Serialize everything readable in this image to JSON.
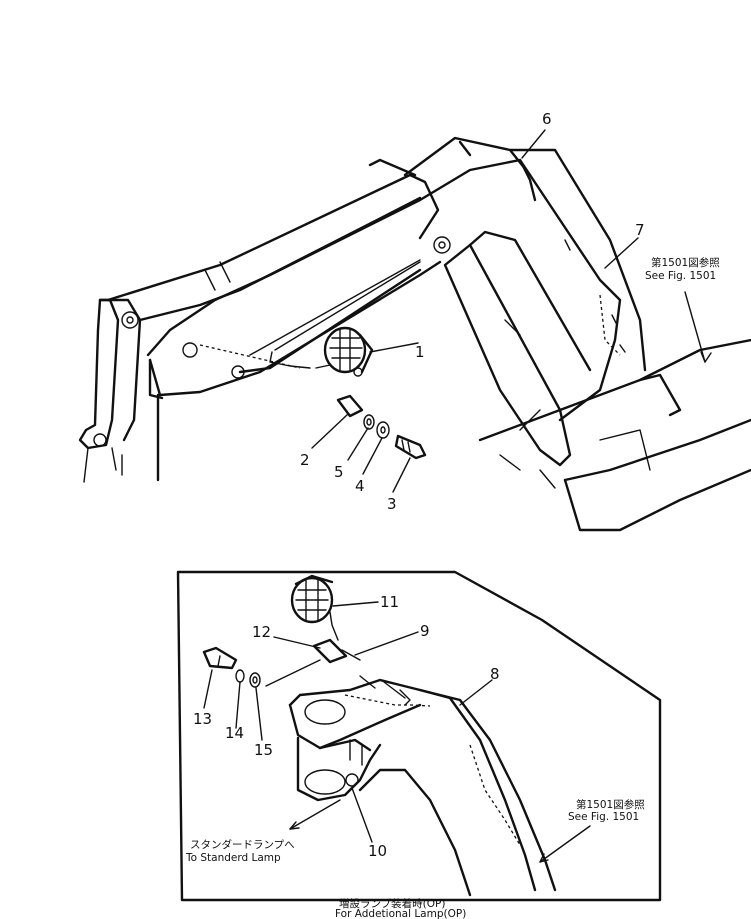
{
  "callouts_upper": [
    {
      "id": "1",
      "label": "1"
    },
    {
      "id": "2",
      "label": "2"
    },
    {
      "id": "3",
      "label": "3"
    },
    {
      "id": "4",
      "label": "4"
    },
    {
      "id": "5",
      "label": "5"
    },
    {
      "id": "6",
      "label": "6"
    },
    {
      "id": "7",
      "label": "7"
    }
  ],
  "callouts_lower": [
    {
      "id": "8",
      "label": "8"
    },
    {
      "id": "9",
      "label": "9"
    },
    {
      "id": "10",
      "label": "10"
    },
    {
      "id": "11",
      "label": "11"
    },
    {
      "id": "12",
      "label": "12"
    },
    {
      "id": "13",
      "label": "13"
    },
    {
      "id": "14",
      "label": "14"
    },
    {
      "id": "15",
      "label": "15"
    }
  ],
  "references": {
    "upper": {
      "jp": "第1501図参照",
      "en": "See Fig. 1501"
    },
    "lower": {
      "jp": "第1501図参照",
      "en": "See Fig. 1501"
    },
    "standard_lamp": {
      "jp": "スタンダードランプへ",
      "en": "To Standerd Lamp"
    }
  },
  "inset_caption": {
    "jp": "増設ランプ装着時(OP)",
    "en": "For Addetional Lamp(OP)"
  }
}
